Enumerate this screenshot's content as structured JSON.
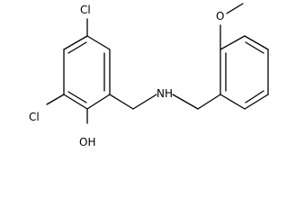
{
  "molecule": {
    "atom_labels": {
      "chlorine_top": "Cl",
      "chlorine_left": "Cl",
      "hydroxyl": "OH",
      "amine": "NH",
      "methoxy_oxygen": "O"
    },
    "colors": {
      "bond": "#000000",
      "text": "#000000",
      "background": "#ffffff"
    }
  }
}
